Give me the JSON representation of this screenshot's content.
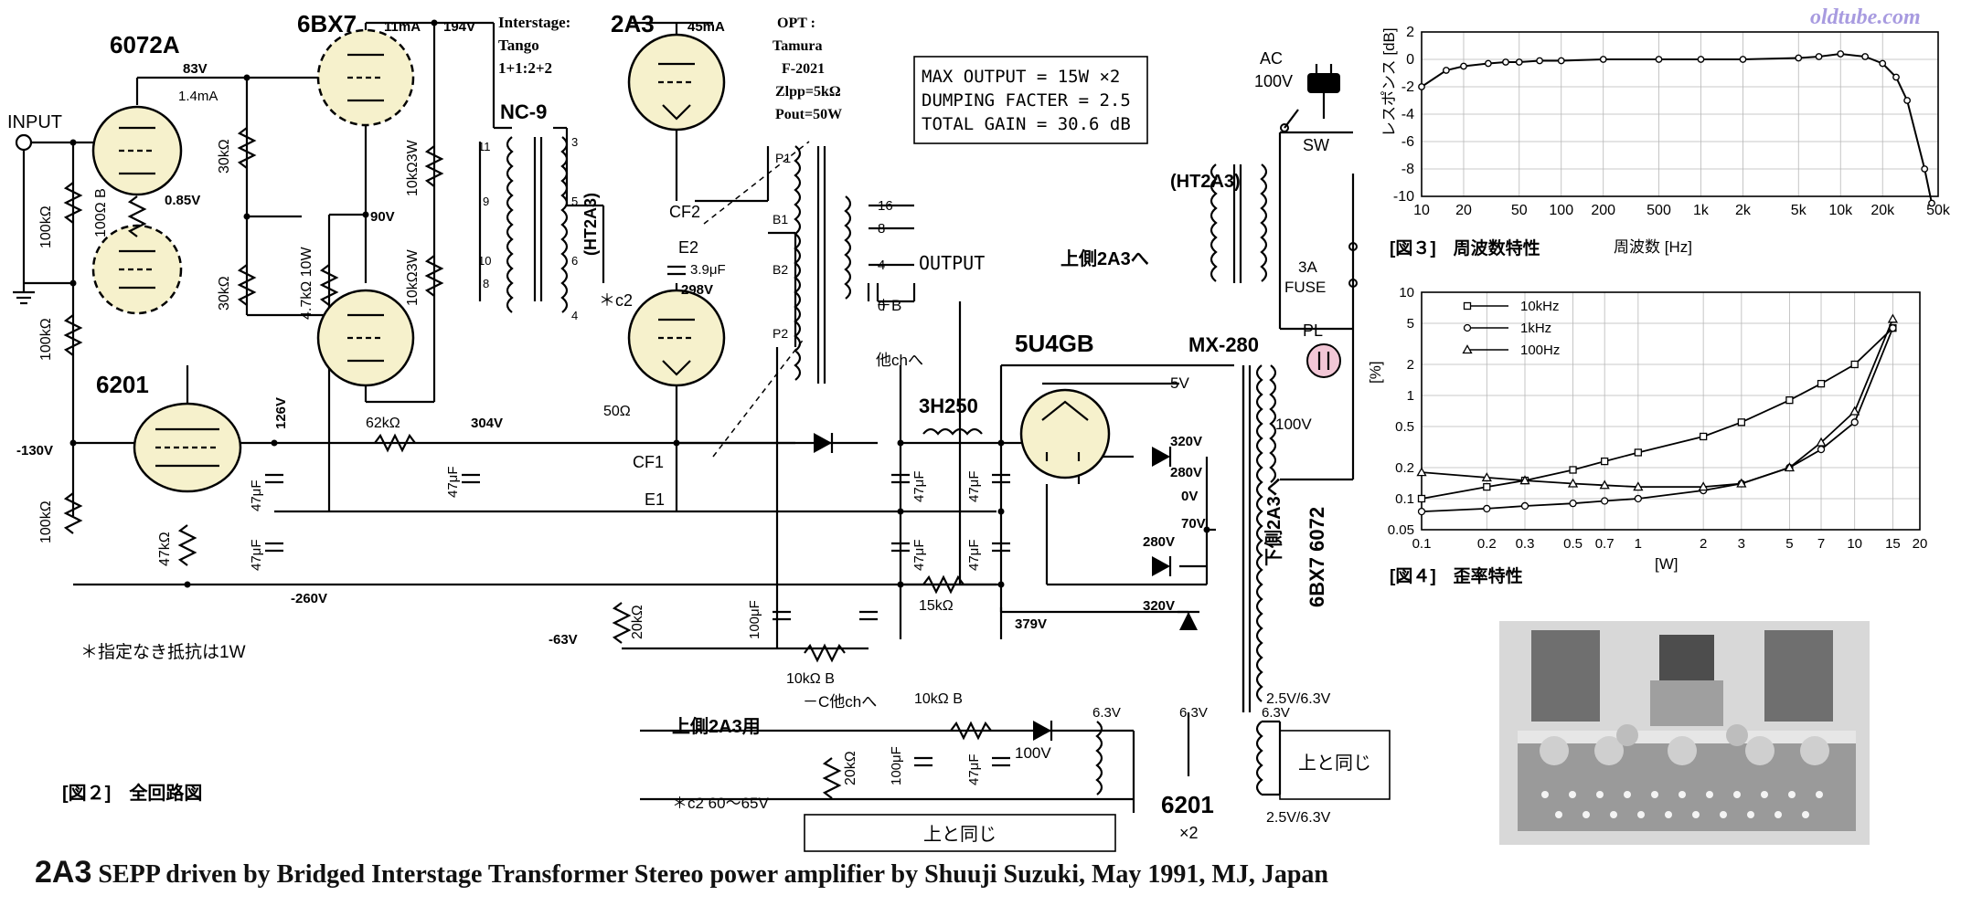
{
  "watermark": "oldtube.com",
  "title": {
    "tube": "2A3",
    "rest": "SEPP driven by Bridged Interstage Transformer Stereo power amplifier by Shuuji Suzuki, May 1991, MJ, Japan"
  },
  "schematic": {
    "fig_label": "[図２]　全回路図",
    "note": "＊指定なき抵抗は1W",
    "input_label": "INPUT",
    "tubes": {
      "t6072A": "6072A",
      "t6BX7": "6BX7",
      "t2A3": "2A3",
      "t6201": "6201",
      "t5U4GB": "5U4GB",
      "t6201_heater": "6201",
      "x2": "×2"
    },
    "voltages": {
      "v83": "83V",
      "i14": "1.4mA",
      "v085": "0.85V",
      "i11": "11mA",
      "v194": "194V",
      "v90": "90V",
      "i45": "45mA",
      "v298": "298V",
      "v304": "304V",
      "v126": "126V",
      "vm130": "-130V",
      "vm260": "-260V",
      "vm63": "-63V",
      "v379": "379V",
      "v320a": "320V",
      "v280a": "280V",
      "v0": "0V",
      "v70": "70V",
      "v280b": "280V",
      "v320b": "320V",
      "v5": "5V",
      "v100": "100V",
      "v100b": "100V",
      "v63a": "6.3V",
      "v63b": "6.3V",
      "v63c": "6.3V",
      "v25a": "2.5V/6.3V",
      "v25b": "2.5V/6.3V",
      "c2v": "＊c2  60～65V"
    },
    "resistors": {
      "r100k1": "100kΩ",
      "r100b": "100Ω B",
      "r100k2": "100kΩ",
      "r100k3": "100kΩ",
      "r30k1": "30kΩ",
      "r30k2": "30kΩ",
      "r47k10w": "4.7kΩ 10W",
      "r10k3w1": "10kΩ3W",
      "r10k3w2": "10kΩ3W",
      "r62k": "62kΩ",
      "r47k": "47kΩ",
      "r50": "50Ω",
      "r20k1": "20kΩ",
      "r10kb1": "10kΩ B",
      "r15k": "15kΩ",
      "r10kb2": "10kΩ B",
      "r20k2": "20kΩ"
    },
    "caps": {
      "c47a": "47μF",
      "c47b": "47μF",
      "c47c": "47μF",
      "c39": "3.9μF",
      "c47d": "47μF",
      "c47e": "47μF",
      "c47f": "47μF",
      "c47g": "47μF",
      "c100a": "100μF",
      "c100b": "100μF",
      "c47h": "47μF"
    },
    "transformers": {
      "inter_title": "Interstage:",
      "inter_maker": "Tango",
      "inter_ratio": "1+1:2+2",
      "nc9": "NC-9",
      "pin11": "11",
      "pin9": "9",
      "pin10": "10",
      "pin8": "8",
      "pin3": "3",
      "pin5": "5",
      "pin6": "6",
      "pin4": "4",
      "ht2a3": "(HT2A3)",
      "c2": "＊c2",
      "opt_title": "OPT :",
      "opt_maker": "Tamura",
      "opt_model": "F-2021",
      "opt_z": "Zlpp=5kΩ",
      "opt_p": "Pout=50W",
      "p1": "P1",
      "b1": "B1",
      "b2": "B2",
      "p2": "P2",
      "cf2": "CF2",
      "e2": "E2",
      "cf1": "CF1",
      "e1": "E1",
      "tap16": "16",
      "tap8": "8",
      "tap4": "4",
      "tap0": "0",
      "output": "OUTPUT",
      "choke": "3H250",
      "mx280": "MX-280",
      "ht2a3b": "(HT2A3)",
      "upper2a3": "上側2A3へ",
      "lower": "下側2A3へ",
      "t6BX7_6072": "6BX7 6072",
      "ac": "AC",
      "ac100": "100V",
      "sw": "SW",
      "fuse1": "3A",
      "fuse2": "FUSE",
      "pl": "PL",
      "plusb": "＋B",
      "other_ch": "他chへ",
      "minus_c": "－C他chへ",
      "upper_2a3_use": "上側2A3用",
      "same1": "上と同じ",
      "same2": "上と同じ"
    },
    "spec_box": {
      "line1": "MAX OUTPUT = 15W ×2",
      "line2": "DUMPING FACTER = 2.5",
      "line3": "TOTAL GAIN = 30.6 dB"
    }
  },
  "chart_data": [
    {
      "type": "line",
      "title": "[図３]　周波数特性",
      "xlabel": "周波数 [Hz]",
      "ylabel": "レスポンス [dB]",
      "xscale": "log",
      "xlim": [
        10,
        50000
      ],
      "ylim": [
        -10,
        2
      ],
      "x_ticks": [
        "10",
        "20",
        "50",
        "100",
        "200",
        "500",
        "1k",
        "2k",
        "5k",
        "10k",
        "20k",
        "50k"
      ],
      "y_ticks": [
        "2",
        "0",
        "-2",
        "-4",
        "-6",
        "-8",
        "-10"
      ],
      "series": [
        {
          "x": [
            10,
            15,
            20,
            30,
            40,
            50,
            70,
            100,
            200,
            500,
            1000,
            2000,
            5000,
            7000,
            10000,
            15000,
            20000,
            25000,
            30000,
            40000,
            45000
          ],
          "values": [
            -2.0,
            -0.8,
            -0.5,
            -0.3,
            -0.2,
            -0.2,
            -0.1,
            -0.1,
            0,
            0,
            0,
            0,
            0.1,
            0.2,
            0.4,
            0.2,
            -0.3,
            -1.3,
            -3.0,
            -8.0,
            -10.5
          ]
        }
      ]
    },
    {
      "type": "line",
      "title": "[図４]　歪率特性",
      "xlabel": "[W]",
      "ylabel": "[%]",
      "xscale": "log",
      "yscale": "log",
      "xlim": [
        0.1,
        20
      ],
      "ylim": [
        0.05,
        10
      ],
      "x_ticks": [
        "0.1",
        "0.2",
        "0.3",
        "0.5",
        "0.7",
        "1",
        "2",
        "3",
        "5",
        "7",
        "10",
        "15",
        "20"
      ],
      "y_ticks": [
        "10",
        "5",
        "2",
        "1",
        "0.5",
        "0.2",
        "0.1",
        "0.05"
      ],
      "legend": "top-left",
      "series": [
        {
          "name": "10kHz",
          "marker": "square",
          "x": [
            0.1,
            0.2,
            0.3,
            0.5,
            0.7,
            1,
            2,
            3,
            5,
            7,
            10,
            15
          ],
          "values": [
            0.1,
            0.13,
            0.15,
            0.19,
            0.23,
            0.28,
            0.4,
            0.55,
            0.9,
            1.3,
            2.0,
            4.5
          ]
        },
        {
          "name": "1kHz",
          "marker": "circle",
          "x": [
            0.1,
            0.2,
            0.3,
            0.5,
            0.7,
            1,
            2,
            3,
            5,
            7,
            10,
            15
          ],
          "values": [
            0.075,
            0.08,
            0.085,
            0.09,
            0.095,
            0.1,
            0.12,
            0.14,
            0.2,
            0.3,
            0.55,
            4.5
          ]
        },
        {
          "name": "100Hz",
          "marker": "triangle",
          "x": [
            0.1,
            0.2,
            0.3,
            0.5,
            0.7,
            1,
            2,
            3,
            5,
            7,
            10,
            15
          ],
          "values": [
            0.18,
            0.16,
            0.15,
            0.14,
            0.135,
            0.13,
            0.13,
            0.14,
            0.2,
            0.35,
            0.7,
            5.5
          ]
        }
      ]
    }
  ],
  "photo": {
    "alt_name": "amplifier-photo"
  }
}
